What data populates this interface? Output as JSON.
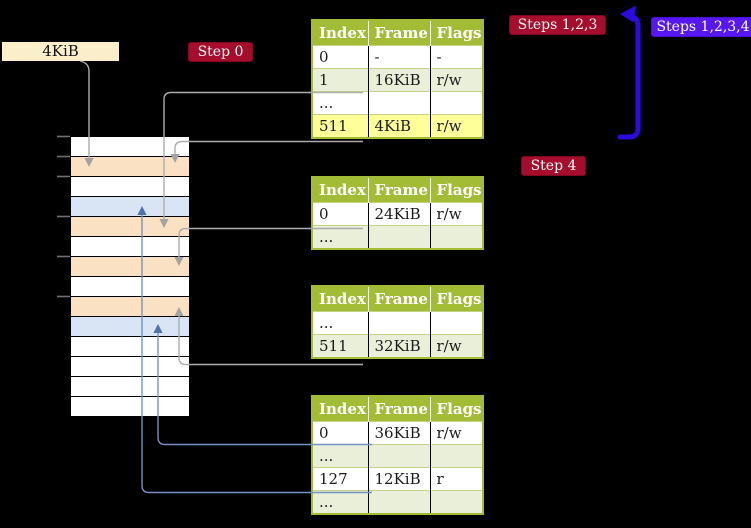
{
  "labels": {
    "frame_4kib": "4KiB",
    "step0": "Step 0",
    "steps123": "Steps 1,2,3",
    "steps1234": "Steps 1,2,3,4",
    "step4": "Step 4"
  },
  "colors": {
    "background": "#000000",
    "table_green": "#A2BC35",
    "table_row_alt": "#E9EFD9",
    "highlight_yellow": "#FFFF99",
    "label_cream": "#FAEFCA",
    "badge_red": "#A60C2B",
    "badge_violet": "#5617F2",
    "big_arrow_blue": "#2B0BDD",
    "connector_gray": "#ACACAC",
    "connector_blue": "#7593C2",
    "memory_pagetable_orange": "#FBE1C4",
    "memory_page_blue": "#D9E4F4"
  },
  "memory": {
    "rows": [
      "empty",
      "pt",
      "empty",
      "page",
      "pt",
      "empty",
      "pt",
      "empty",
      "pt",
      "page",
      "empty",
      "empty",
      "empty",
      "empty"
    ]
  },
  "tables": [
    {
      "name": "page-table-level-top",
      "columns": [
        "Index",
        "Frame",
        "Flags"
      ],
      "rows": [
        {
          "cells": [
            "0",
            "-",
            "-"
          ]
        },
        {
          "cells": [
            "1",
            "16KiB",
            "r/w"
          ]
        },
        {
          "cells": [
            "...",
            "",
            ""
          ]
        },
        {
          "cells": [
            "511",
            "4KiB",
            "r/w"
          ],
          "highlight": true
        }
      ]
    },
    {
      "name": "page-table-second",
      "columns": [
        "Index",
        "Frame",
        "Flags"
      ],
      "rows": [
        {
          "cells": [
            "0",
            "24KiB",
            "r/w"
          ]
        },
        {
          "cells": [
            "...",
            "",
            ""
          ]
        }
      ]
    },
    {
      "name": "page-table-third",
      "columns": [
        "Index",
        "Frame",
        "Flags"
      ],
      "rows": [
        {
          "cells": [
            "...",
            "",
            ""
          ]
        },
        {
          "cells": [
            "511",
            "32KiB",
            "r/w"
          ]
        }
      ]
    },
    {
      "name": "page-table-fourth",
      "columns": [
        "Index",
        "Frame",
        "Flags"
      ],
      "rows": [
        {
          "cells": [
            "0",
            "36KiB",
            "r/w"
          ]
        },
        {
          "cells": [
            "...",
            "",
            ""
          ]
        },
        {
          "cells": [
            "127",
            "12KiB",
            "r"
          ]
        },
        {
          "cells": [
            "...",
            "",
            ""
          ]
        }
      ]
    }
  ]
}
